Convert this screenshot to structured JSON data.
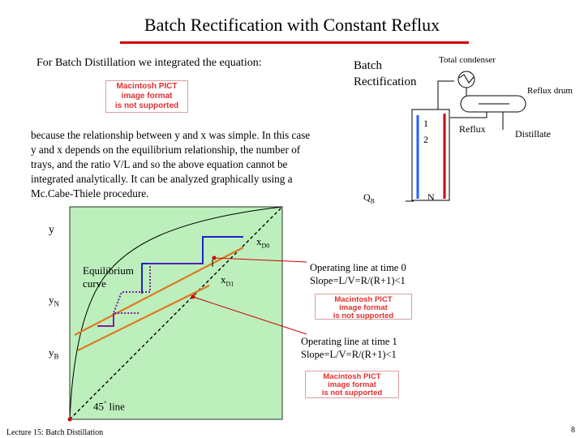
{
  "slide": {
    "title": "Batch Rectification with Constant Reflux",
    "intro": "For Batch Distillation we integrated the equation:",
    "paragraph": "because the relationship between y and x was simple. In this case y and x depends on the equilibrium relationship, the number of trays, and the ratio V/L and so the above equation cannot be integrated analytically. It can be analyzed graphically using a Mc.Cabe-Thiele procedure.",
    "footer": "Lecture 15: Batch Distillation",
    "page_number": "8"
  },
  "placeholder": {
    "line1": "Macintosh PICT",
    "line2": "image format",
    "line3": "is not supported"
  },
  "column": {
    "title_line1": "Batch",
    "title_line2": "Rectification",
    "total_condenser": "Total condenser",
    "reflux_drum": "Reflux drum",
    "reflux": "Reflux",
    "distillate": "Distillate",
    "tray1": "1",
    "tray2": "2",
    "trayN": "N",
    "bottoms": "Q",
    "bottoms_sub": "B"
  },
  "graph": {
    "y_label": "y",
    "yN": "y",
    "yN_sub": "N",
    "yB": "y",
    "yB_sub": "B",
    "xD0": "x",
    "xD0_sub": "D0",
    "xD1": "x",
    "xD1_sub": "D1",
    "equilibrium_line1": "Equilibrium",
    "equilibrium_line2": "curve",
    "diag_label": "45",
    "diag_label_deg": "°",
    "diag_label_tail": " line",
    "colors": {
      "background": "#bcefbc",
      "equilibrium": "#000000",
      "operating": "#e07820",
      "steps_time0": "#2020cc",
      "steps_time1": "#8020a0",
      "arrows": "#cc0000"
    }
  },
  "annotations": {
    "op0_line1": "Operating line at time 0",
    "op0_line2": "Slope=L/V=R/(R+1)<1",
    "op1_line1": "Operating line at time 1",
    "op1_line2": "Slope=L/V=R/(R+1)<1"
  }
}
